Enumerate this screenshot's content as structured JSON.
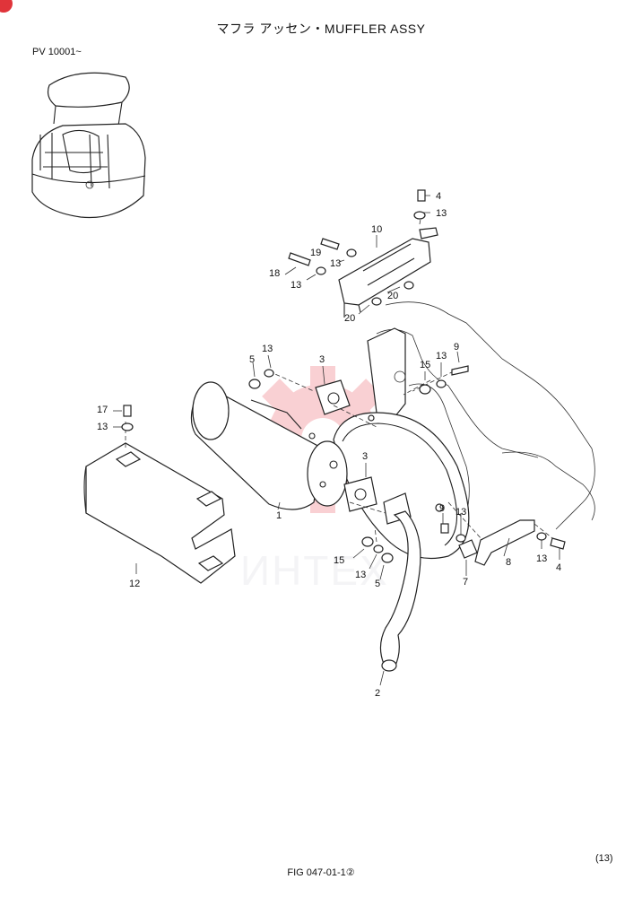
{
  "header": {
    "title": "マフラ アッセン・MUFFLER ASSY",
    "serial_note": "PV 10001~"
  },
  "footer": {
    "page_number": "(13)",
    "figure_id": "FIG 047-01-1②"
  },
  "watermark": {
    "text": "ИНТЕХ",
    "color": "#e8303a"
  },
  "colors": {
    "line": "#222222",
    "badge": "#e0343a"
  },
  "callouts": [
    {
      "id": "c4a",
      "label": "4"
    },
    {
      "id": "c13a",
      "label": "13"
    },
    {
      "id": "c10",
      "label": "10"
    },
    {
      "id": "c19",
      "label": "19"
    },
    {
      "id": "c13b",
      "label": "13"
    },
    {
      "id": "c18",
      "label": "18"
    },
    {
      "id": "c13c",
      "label": "13"
    },
    {
      "id": "c20a",
      "label": "20"
    },
    {
      "id": "c20b",
      "label": "20"
    },
    {
      "id": "c13d",
      "label": "13"
    },
    {
      "id": "c5a",
      "label": "5"
    },
    {
      "id": "c3a",
      "label": "3"
    },
    {
      "id": "c15a",
      "label": "15"
    },
    {
      "id": "c13e",
      "label": "13"
    },
    {
      "id": "c9a",
      "label": "9"
    },
    {
      "id": "c17",
      "label": "17"
    },
    {
      "id": "c13f",
      "label": "13"
    },
    {
      "id": "c3b",
      "label": "3"
    },
    {
      "id": "c1",
      "label": "1"
    },
    {
      "id": "c9b",
      "label": "9"
    },
    {
      "id": "c13g",
      "label": "13"
    },
    {
      "id": "c15b",
      "label": "15"
    },
    {
      "id": "c13h",
      "label": "13"
    },
    {
      "id": "c5b",
      "label": "5"
    },
    {
      "id": "c12",
      "label": "12"
    },
    {
      "id": "c2",
      "label": "2"
    },
    {
      "id": "c7",
      "label": "7"
    },
    {
      "id": "c8",
      "label": "8"
    },
    {
      "id": "c13i",
      "label": "13"
    },
    {
      "id": "c4b",
      "label": "4"
    }
  ]
}
